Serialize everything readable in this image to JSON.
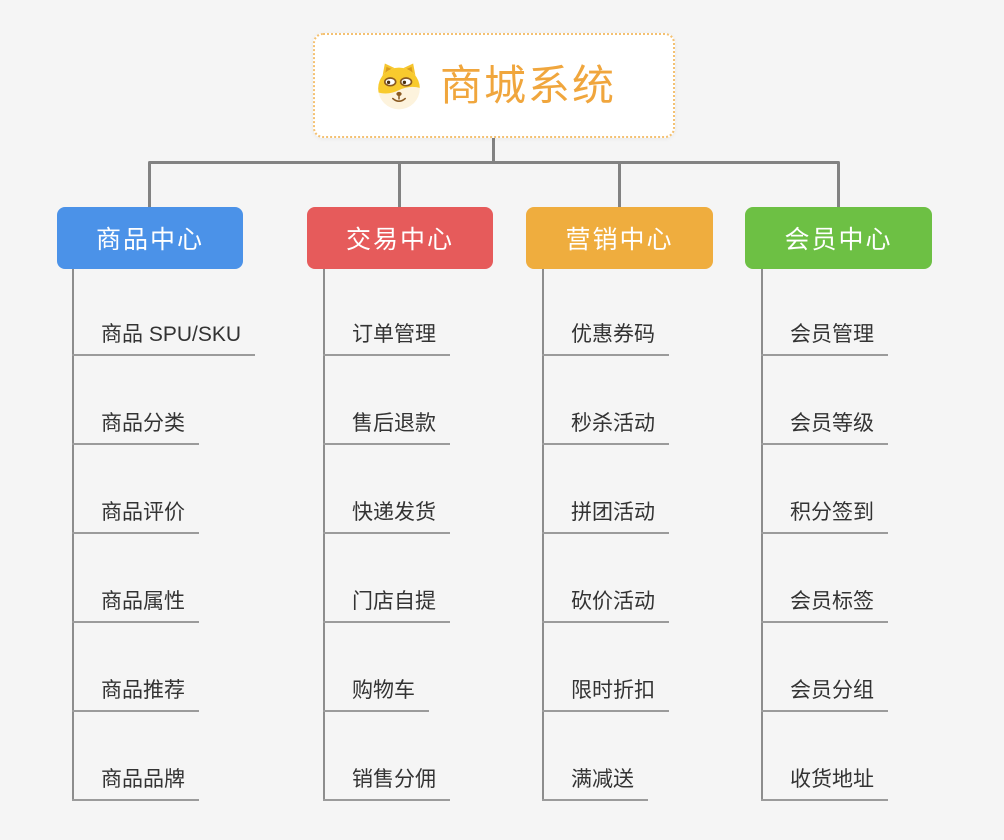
{
  "background_color": "#f5f5f5",
  "connector_color": "#828282",
  "underline_color": "#9b9b9b",
  "root": {
    "label": "商城系统",
    "icon": "doge-face-icon",
    "text_color": "#f0a63d",
    "border_color": "#f4c172"
  },
  "branches": [
    {
      "label": "商品中心",
      "color": "#4b92e8",
      "items": [
        "商品 SPU/SKU",
        "商品分类",
        "商品评价",
        "商品属性",
        "商品推荐",
        "商品品牌"
      ]
    },
    {
      "label": "交易中心",
      "color": "#e65b5b",
      "items": [
        "订单管理",
        "售后退款",
        "快递发货",
        "门店自提",
        "购物车",
        "销售分佣"
      ]
    },
    {
      "label": "营销中心",
      "color": "#efad3e",
      "items": [
        "优惠券码",
        "秒杀活动",
        "拼团活动",
        "砍价活动",
        "限时折扣",
        "满减送"
      ]
    },
    {
      "label": "会员中心",
      "color": "#6dc044",
      "items": [
        "会员管理",
        "会员等级",
        "积分签到",
        "会员标签",
        "会员分组",
        "收货地址"
      ]
    }
  ]
}
